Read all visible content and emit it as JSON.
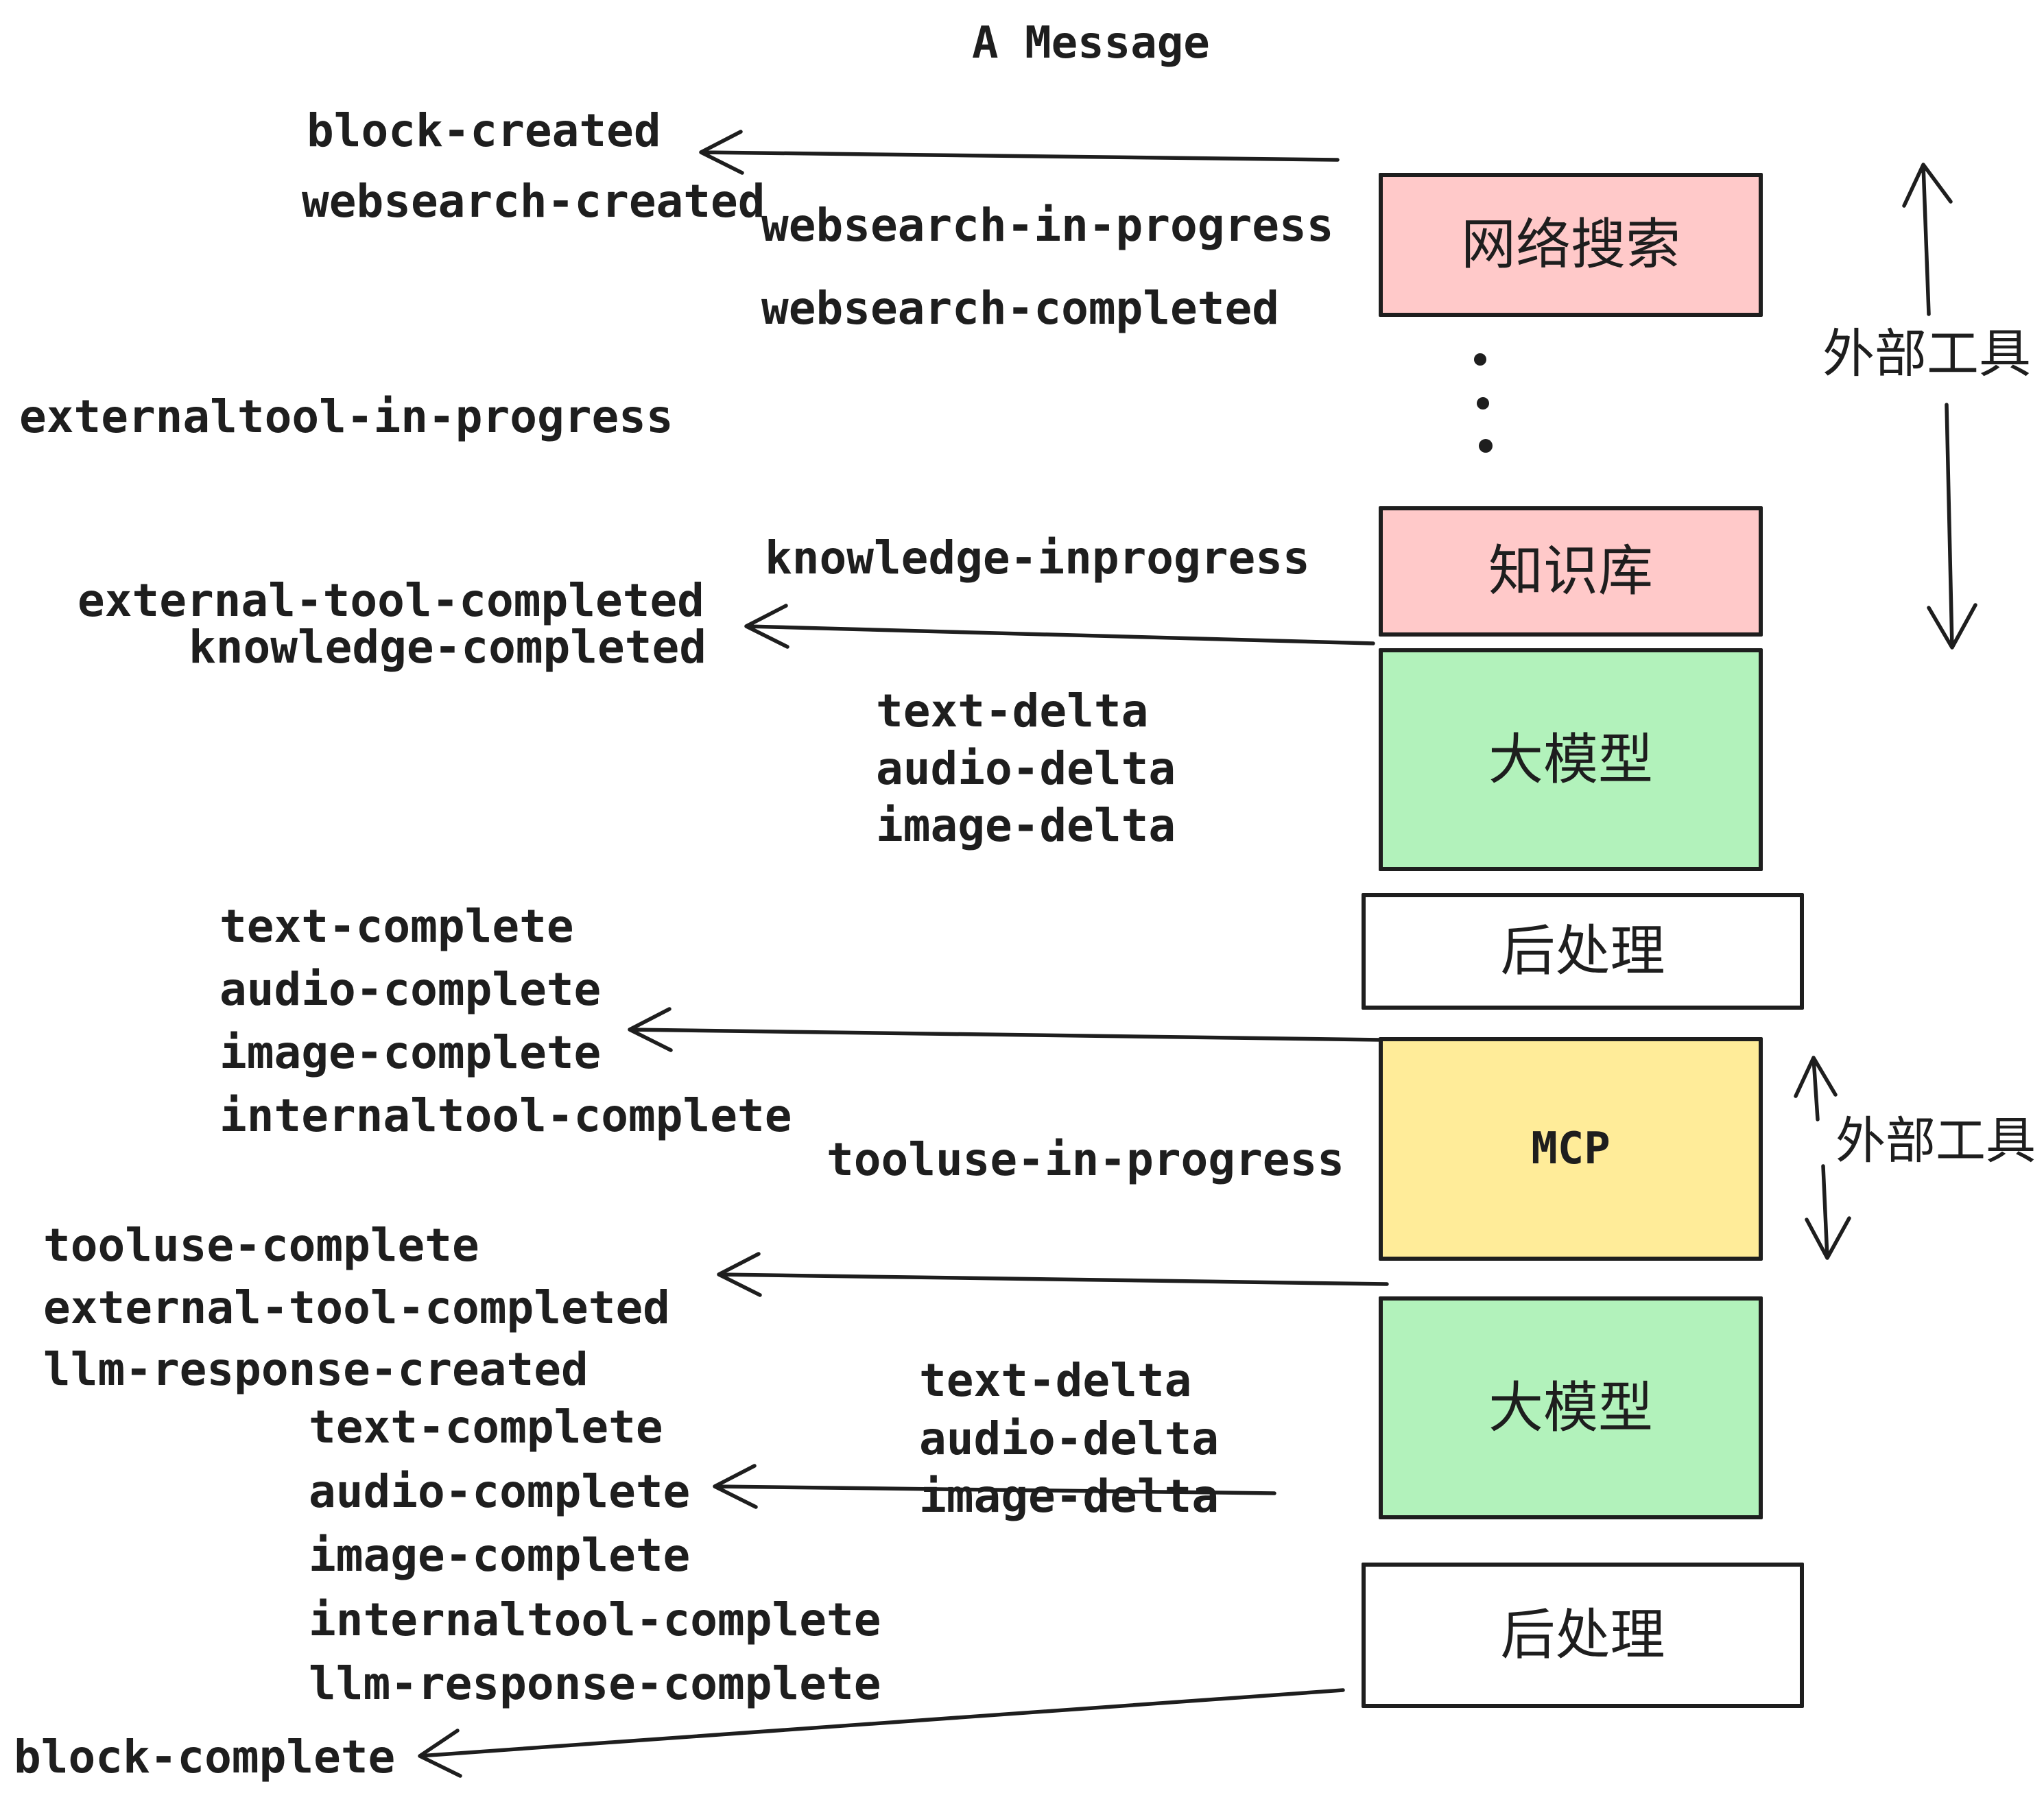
{
  "title": "A Message",
  "events": {
    "block_created": "block-created",
    "websearch_created": "websearch-created",
    "websearch_in_progress": "websearch-in-progress",
    "websearch_completed": "websearch-completed",
    "externaltool_in_progress": "externaltool-in-progress",
    "knowledge_inprogress": "knowledge-inprogress",
    "external_tool_completed_1": "external-tool-completed",
    "knowledge_completed": "knowledge-completed",
    "text_delta_1": "text-delta",
    "audio_delta_1": "audio-delta",
    "image_delta_1": "image-delta",
    "text_complete_1": "text-complete",
    "audio_complete_1": "audio-complete",
    "image_complete_1": "image-complete",
    "internaltool_complete_1": "internaltool-complete",
    "tooluse_in_progress": "tooluse-in-progress",
    "tooluse_complete": "tooluse-complete",
    "external_tool_completed_2": "external-tool-completed",
    "llm_response_created": "llm-response-created",
    "text_delta_2": "text-delta",
    "audio_delta_2": "audio-delta",
    "image_delta_2": "image-delta",
    "text_complete_2": "text-complete",
    "audio_complete_2": "audio-complete",
    "image_complete_2": "image-complete",
    "internaltool_complete_2": "internaltool-complete",
    "llm_response_complete": "llm-response-complete",
    "block_complete": "block-complete"
  },
  "boxes": [
    {
      "id": "websearch",
      "label": "网络搜索",
      "color": "#ffc9c9"
    },
    {
      "id": "knowledge",
      "label": "知识库",
      "color": "#ffc9c9"
    },
    {
      "id": "llm-1",
      "label": "大模型",
      "color": "#b2f2bb"
    },
    {
      "id": "post-1",
      "label": "后处理",
      "color": "#ffffff"
    },
    {
      "id": "mcp",
      "label": "MCP",
      "color": "#ffec99"
    },
    {
      "id": "llm-2",
      "label": "大模型",
      "color": "#b2f2bb"
    },
    {
      "id": "post-2",
      "label": "后处理",
      "color": "#ffffff"
    }
  ],
  "side": {
    "external_tools_1": "外部工具",
    "external_tools_2": "外部工具"
  },
  "colors": {
    "stroke": "#1e1e1e",
    "pink": "#ffc9c9",
    "green": "#b2f2bb",
    "yellow": "#ffec99",
    "white": "#ffffff",
    "background": "#ffffff"
  }
}
